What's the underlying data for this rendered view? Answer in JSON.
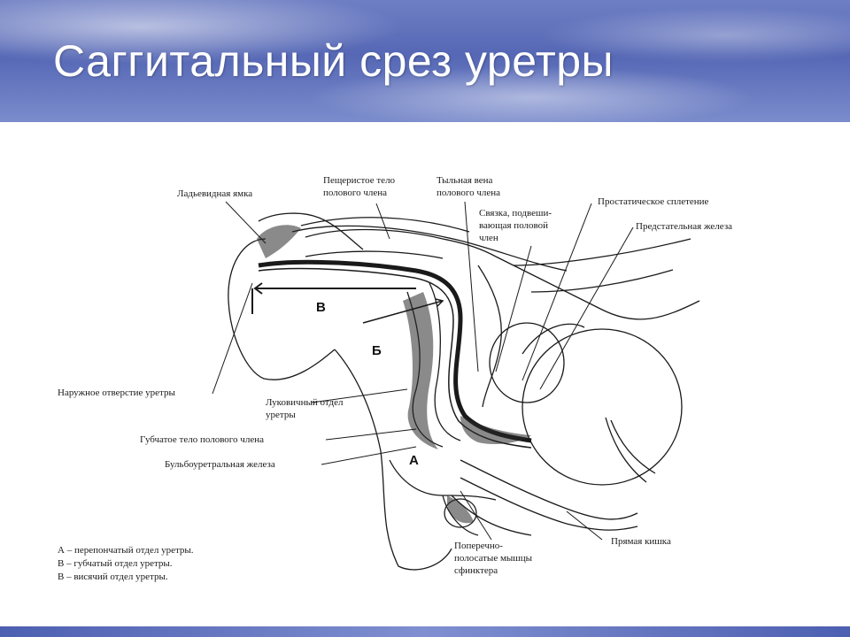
{
  "slide": {
    "title": "Саггитальный срез уретры"
  },
  "diagram": {
    "labels": {
      "ladevidnaya": "Ладьевидная ямка",
      "peshcheristoe_1": "Пещеристое тело",
      "peshcheristoe_2": "полового члена",
      "tylnaya_1": "Тыльная вена",
      "tylnaya_2": "полового члена",
      "svyazka_1": "Связка, подвеши-",
      "svyazka_2": "вающая половой",
      "svyazka_3": "член",
      "prostat_spl": "Простатическое сплетение",
      "predst": "Предстательная железа",
      "naruzhnoe": "Наружное отверстие уретры",
      "lukovich_1": "Луковичный отдел",
      "lukovich_2": "уретры",
      "gubchatoe": "Губчатое тело полового члена",
      "bulbo": "Бульбоуретральная железа",
      "pryamaya": "Прямая кишка",
      "poperech_1": "Поперечно-",
      "poperech_2": "полосатые мышцы",
      "poperech_3": "сфинктера",
      "letter_v": "В",
      "letter_b": "Б",
      "letter_a": "А"
    },
    "legend": [
      "А – перепончатый отдел уретры.",
      "В – губчатый отдел уретры.",
      "В – висячий отдел уретры."
    ]
  }
}
